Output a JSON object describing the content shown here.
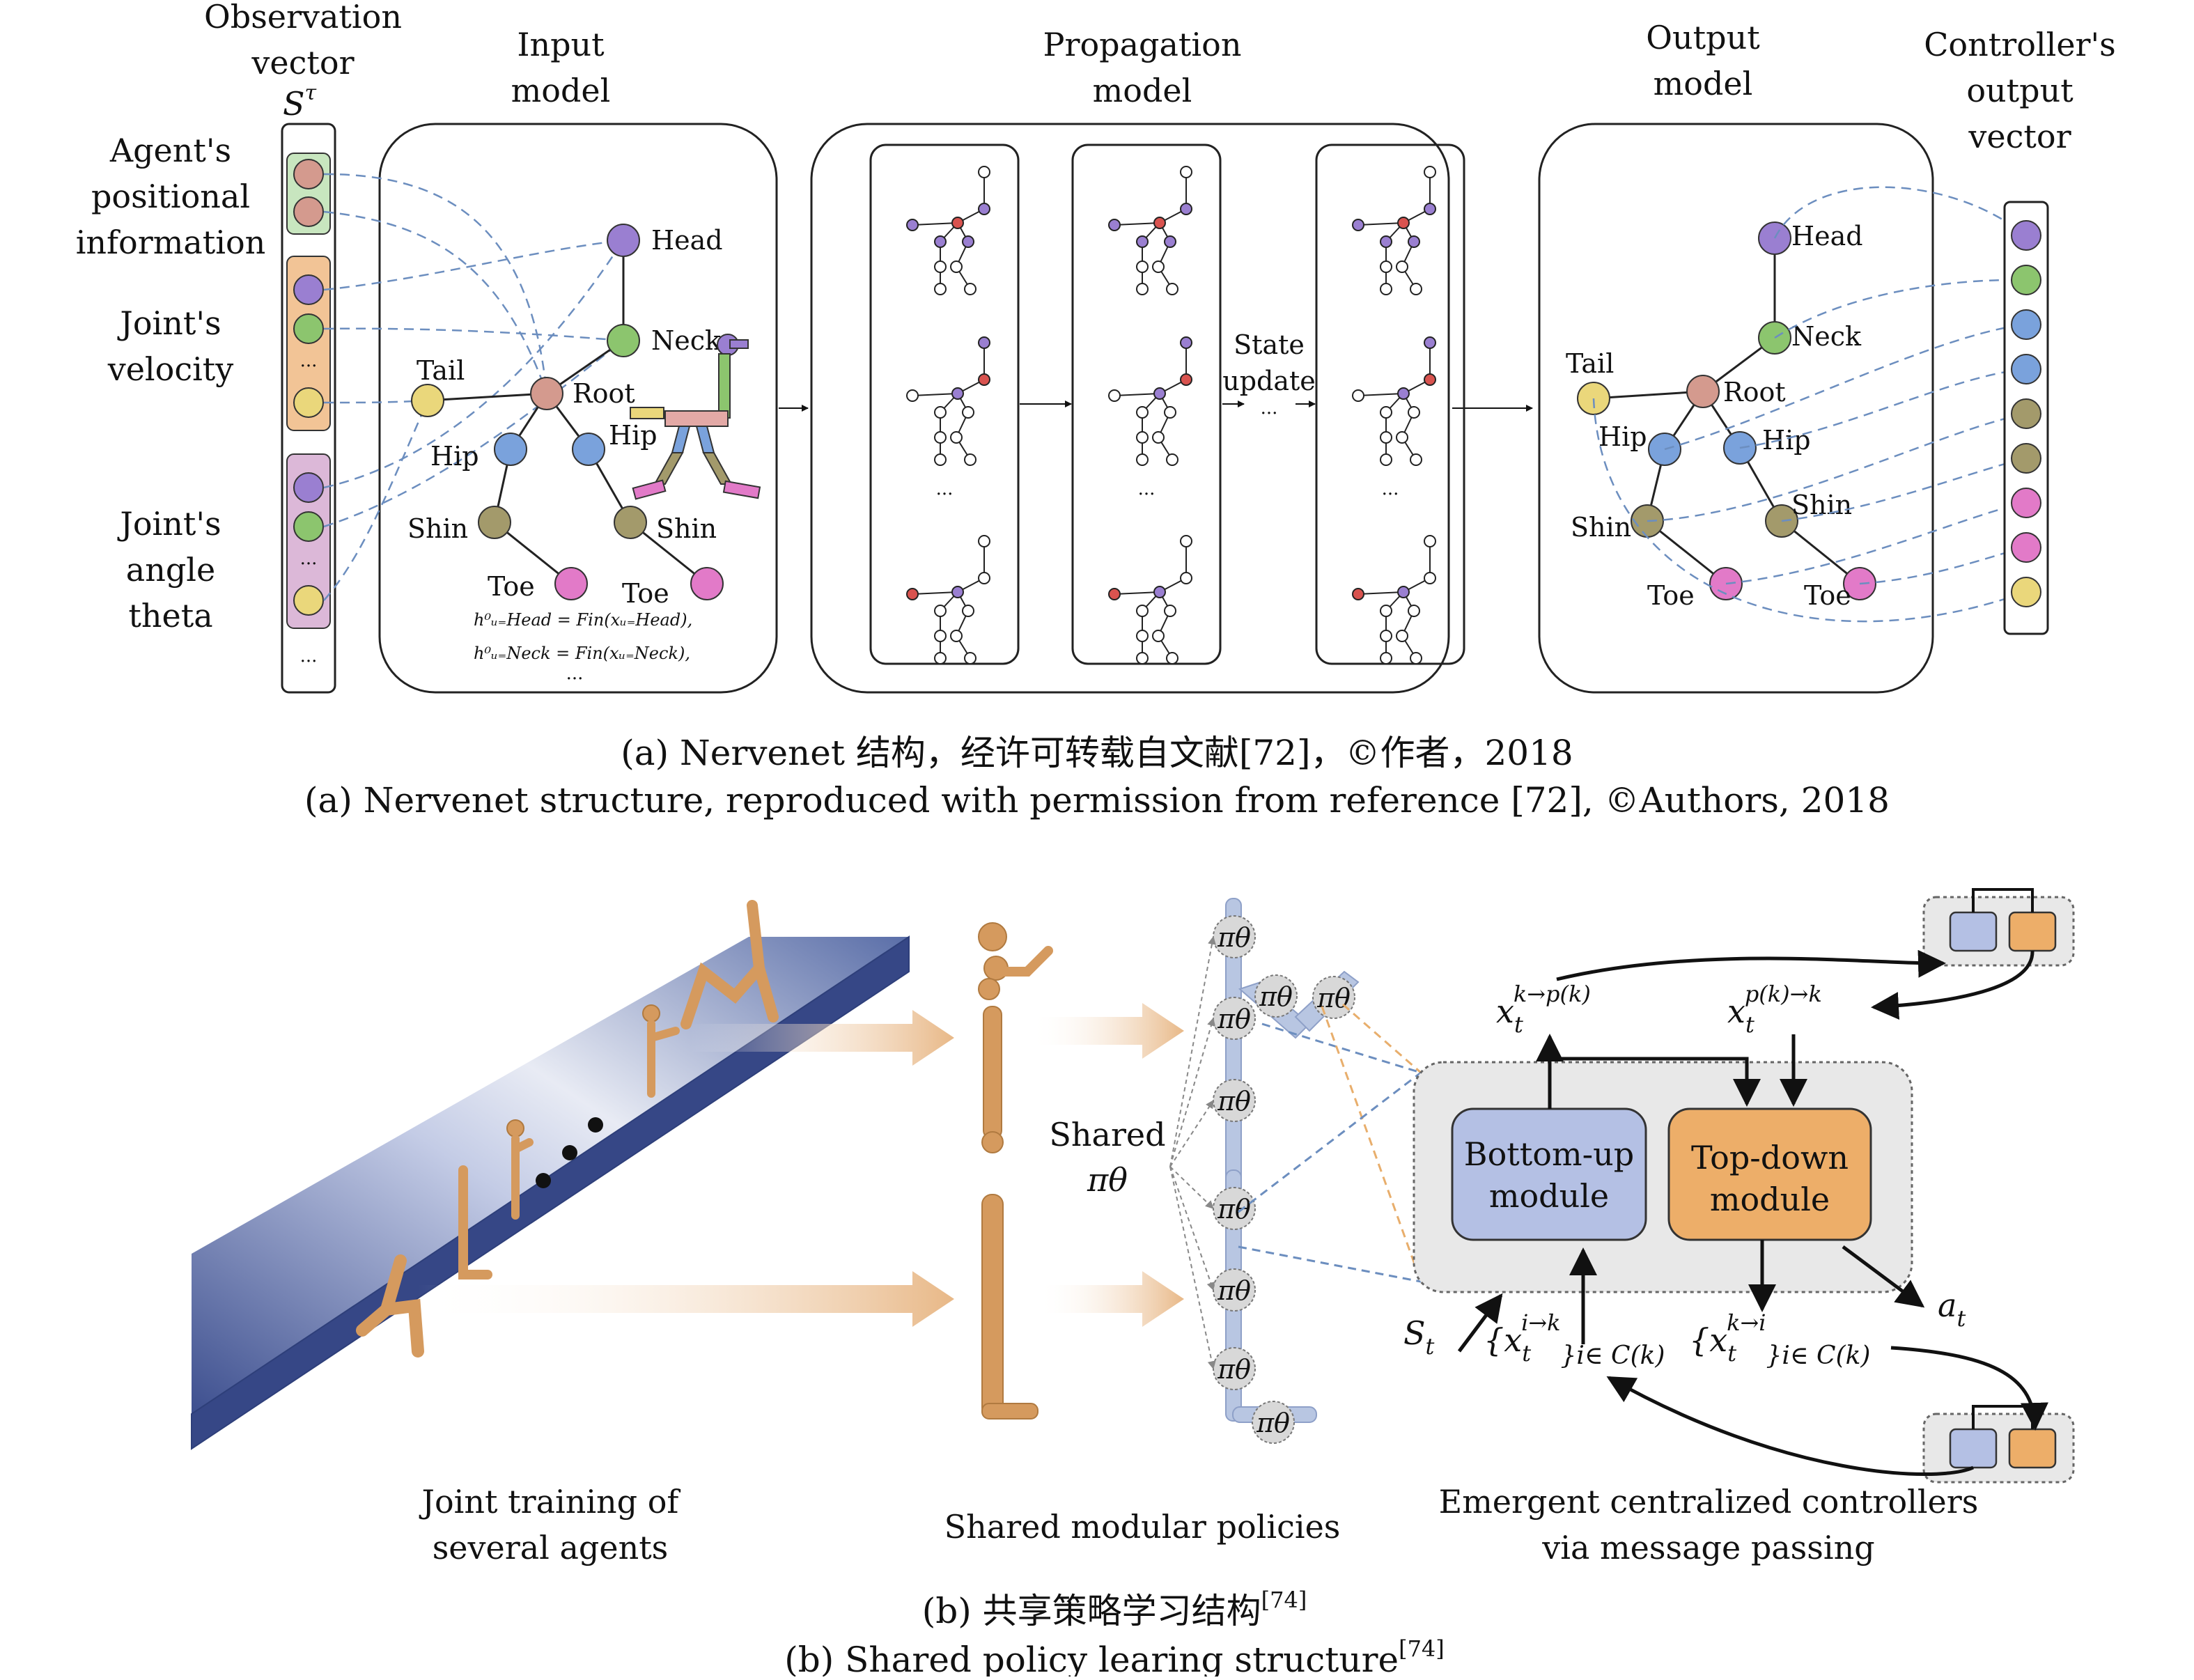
{
  "part_a": {
    "headers": {
      "observation": [
        "Observation",
        "vector"
      ],
      "observation_symbol": "S",
      "observation_superscript": "τ",
      "input_model": [
        "Input",
        "model"
      ],
      "propagation_model": [
        "Propagation",
        "model"
      ],
      "output_model": [
        "Output",
        "model"
      ],
      "controller_output": [
        "Controller's",
        "output",
        "vector"
      ]
    },
    "side_labels": {
      "positional": [
        "Agent's",
        "positional",
        "information"
      ],
      "velocity": [
        "Joint's",
        "velocity"
      ],
      "angle": [
        "Joint's",
        "angle",
        "theta"
      ]
    },
    "node_labels": {
      "head": "Head",
      "neck": "Neck",
      "tail": "Tail",
      "root": "Root",
      "hip": "Hip",
      "shin": "Shin",
      "toe": "Toe"
    },
    "ellipsis": "...",
    "state_update": [
      "State",
      "update"
    ],
    "equations": [
      "h⁰ᵤ₌Head = Fin(xᵤ₌Head),",
      "h⁰ᵤ₌Neck = Fin(xᵤ₌Neck),"
    ],
    "colors": {
      "purple": "#9a7fd1",
      "green": "#8cc56e",
      "blue": "#7aa2dc",
      "olive": "#a39a6b",
      "pink": "#e27ac8",
      "yellow": "#ead77b",
      "salmon": "#d49a8e",
      "red": "#d9534f",
      "dashed": "#6c8ebf"
    },
    "caption_cn": "(a) Nervenet 结构，经许可转载自文献[72]，©作者，2018",
    "caption_en": "(a) Nervenet structure, reproduced with permission from reference [72], ©Authors, 2018"
  },
  "part_b": {
    "labels": {
      "joint_training": [
        "Joint training of",
        "several agents"
      ],
      "shared_policies": "Shared modular policies",
      "emergent": [
        "Emergent centralized controllers",
        "via message passing"
      ],
      "shared_pi": [
        "Shared",
        "πθ"
      ],
      "pi_theta": "πθ",
      "bottom_up": [
        "Bottom-up",
        "module"
      ],
      "top_down": [
        "Top-down",
        "module"
      ],
      "x_up": "x",
      "x_up_sub": "t",
      "x_up_sup": "k→p(k)",
      "x_down": "x",
      "x_down_sub": "t",
      "x_down_sup": "p(k)→k",
      "s_t": "S",
      "s_t_sub": "t",
      "a_t": "a",
      "a_t_sub": "t",
      "msg_in": "{x",
      "msg_in_sup": "i→k",
      "msg_in_sub": "t",
      "msg_in_set": "}i∈ C(k)",
      "msg_out": "{x",
      "msg_out_sup": "k→i",
      "msg_out_sub": "t",
      "msg_out_set": "}i∈ C(k)"
    },
    "colors": {
      "platform": "#3f5597",
      "figure": "#d59a5e",
      "arrow": "#e8b887",
      "bottom_up": "#b4c0e4",
      "top_down": "#edae69",
      "panel": "#e8e8e8",
      "limb": "#b8c6e2"
    },
    "caption_cn": "(b) 共享策略学习结构",
    "caption_cn_ref": "[74]",
    "caption_en": "(b) Shared policy learing structure",
    "caption_en_ref": "[74]"
  }
}
